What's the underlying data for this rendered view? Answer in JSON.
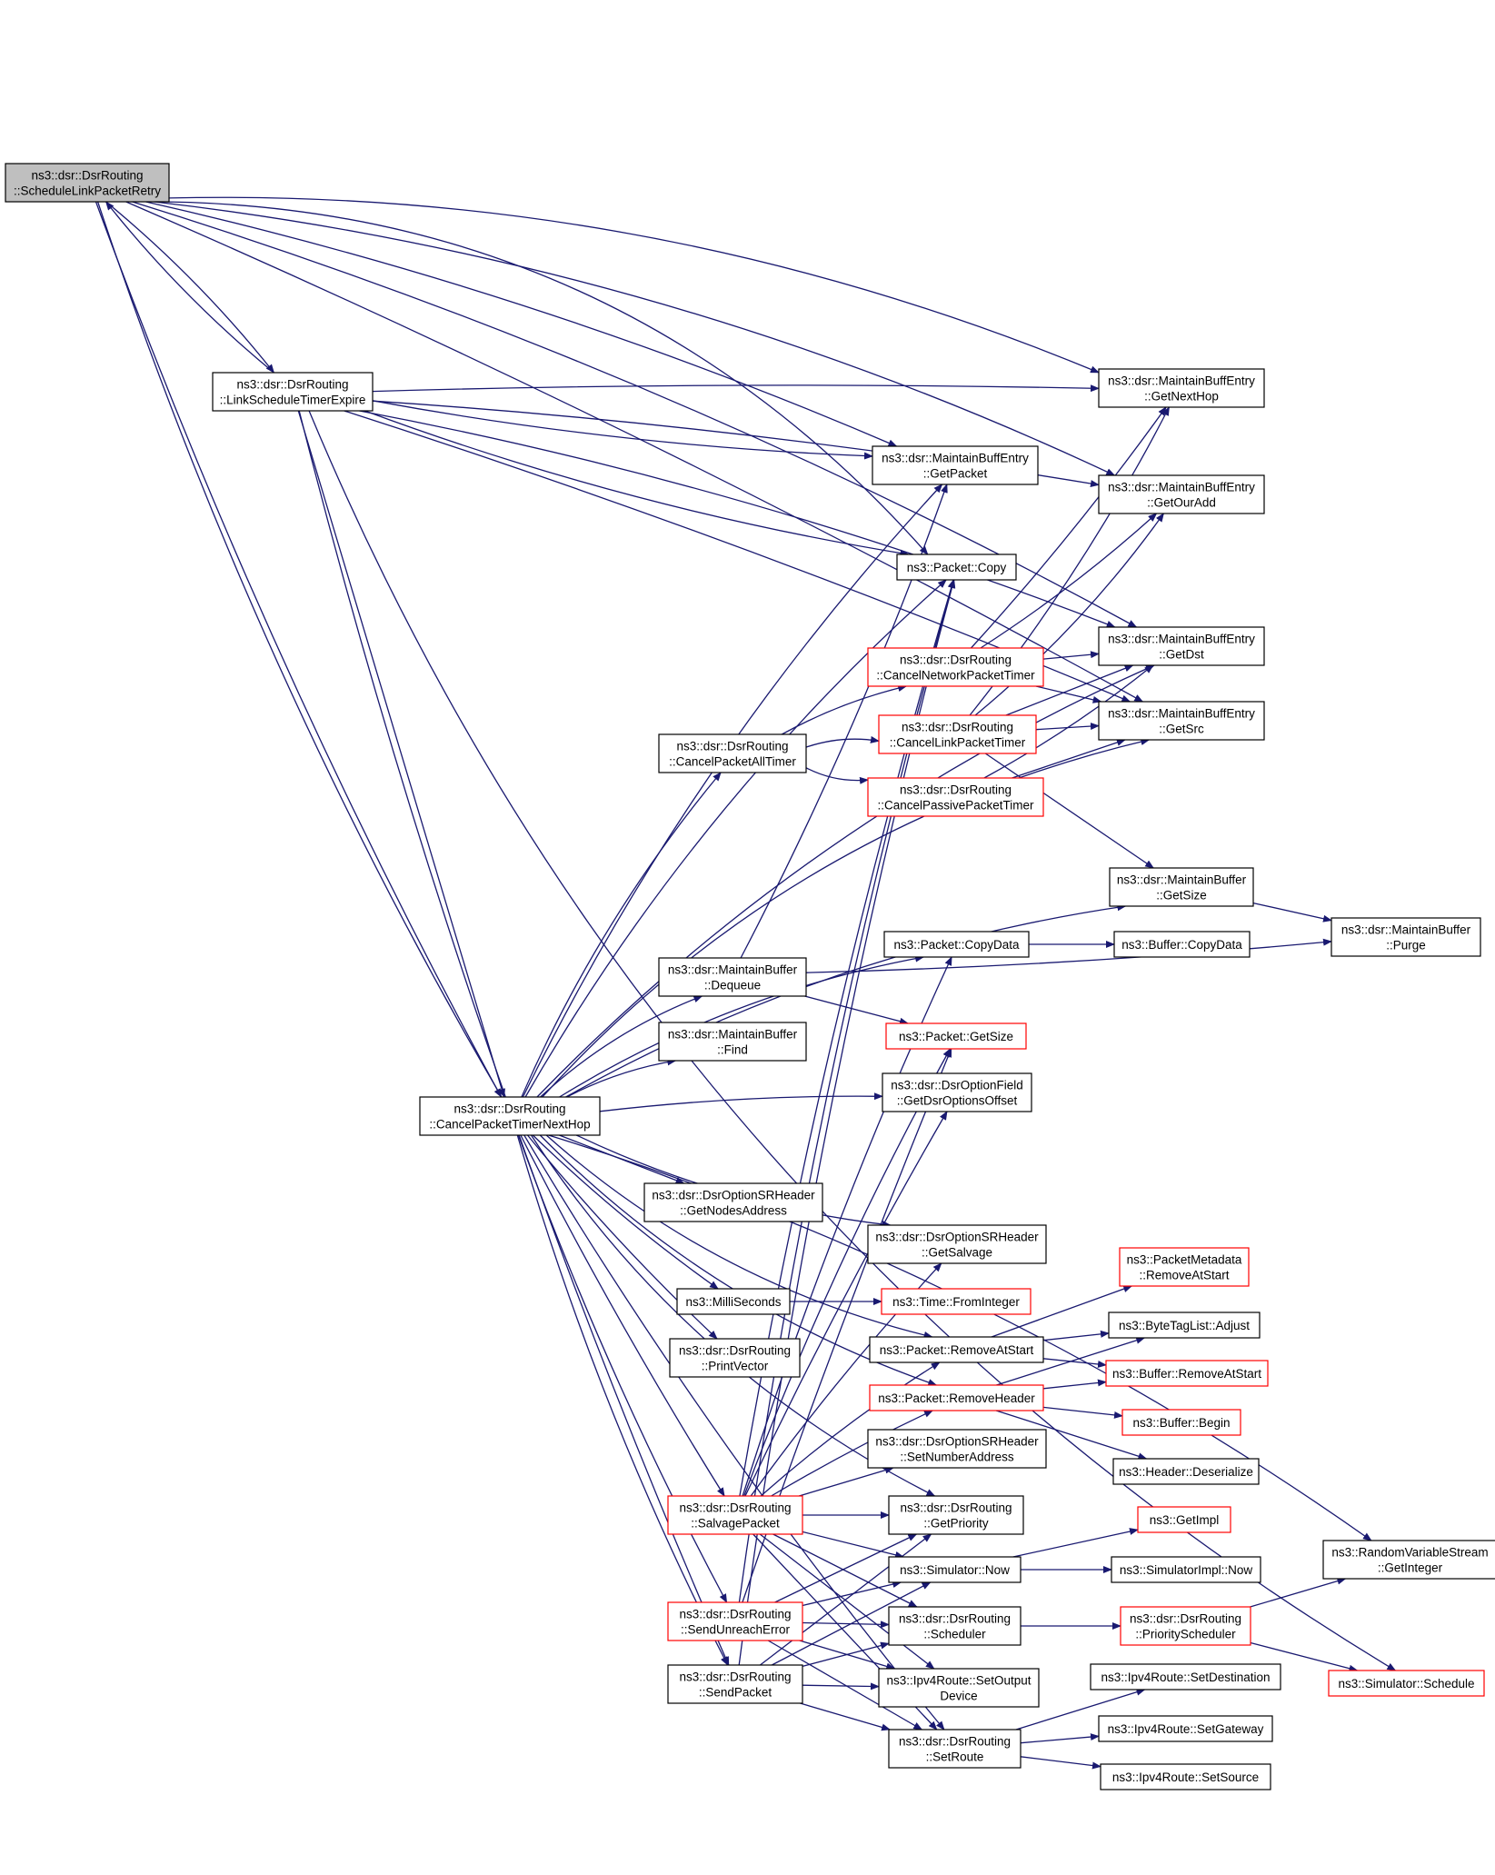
{
  "colors": {
    "edge": "#191970",
    "node_border": "#000000",
    "node_border_truncated": "#ff0000",
    "root_fill": "#bfbfbf",
    "node_fill": "#ffffff"
  },
  "nodes": [
    {
      "id": "schedule-link-packet-retry",
      "root": true,
      "lines": [
        "ns3::dsr::DsrRouting",
        "::ScheduleLinkPacketRetry"
      ]
    },
    {
      "id": "link-schedule-timer-expire",
      "lines": [
        "ns3::dsr::DsrRouting",
        "::LinkScheduleTimerExpire"
      ]
    },
    {
      "id": "cancel-packet-timer-next-hop",
      "lines": [
        "ns3::dsr::DsrRouting",
        "::CancelPacketTimerNextHop"
      ]
    },
    {
      "id": "maintain-buff-entry-get-next-hop",
      "lines": [
        "ns3::dsr::MaintainBuffEntry",
        "::GetNextHop"
      ]
    },
    {
      "id": "maintain-buff-entry-get-packet",
      "lines": [
        "ns3::dsr::MaintainBuffEntry",
        "::GetPacket"
      ]
    },
    {
      "id": "maintain-buff-entry-get-our-add",
      "lines": [
        "ns3::dsr::MaintainBuffEntry",
        "::GetOurAdd"
      ]
    },
    {
      "id": "packet-copy",
      "lines": [
        "ns3::Packet::Copy"
      ]
    },
    {
      "id": "maintain-buff-entry-get-dst",
      "lines": [
        "ns3::dsr::MaintainBuffEntry",
        "::GetDst"
      ]
    },
    {
      "id": "cancel-network-packet-timer",
      "red": true,
      "lines": [
        "ns3::dsr::DsrRouting",
        "::CancelNetworkPacketTimer"
      ]
    },
    {
      "id": "cancel-link-packet-timer",
      "red": true,
      "lines": [
        "ns3::dsr::DsrRouting",
        "::CancelLinkPacketTimer"
      ]
    },
    {
      "id": "maintain-buff-entry-get-src",
      "lines": [
        "ns3::dsr::MaintainBuffEntry",
        "::GetSrc"
      ]
    },
    {
      "id": "cancel-packet-all-timer",
      "lines": [
        "ns3::dsr::DsrRouting",
        "::CancelPacketAllTimer"
      ]
    },
    {
      "id": "cancel-passive-packet-timer",
      "red": true,
      "lines": [
        "ns3::dsr::DsrRouting",
        "::CancelPassivePacketTimer"
      ]
    },
    {
      "id": "maintain-buffer-get-size",
      "lines": [
        "ns3::dsr::MaintainBuffer",
        "::GetSize"
      ]
    },
    {
      "id": "maintain-buffer-purge",
      "lines": [
        "ns3::dsr::MaintainBuffer",
        "::Purge"
      ]
    },
    {
      "id": "packet-copy-data",
      "lines": [
        "ns3::Packet::CopyData"
      ]
    },
    {
      "id": "buffer-copy-data",
      "lines": [
        "ns3::Buffer::CopyData"
      ]
    },
    {
      "id": "maintain-buffer-dequeue",
      "lines": [
        "ns3::dsr::MaintainBuffer",
        "::Dequeue"
      ]
    },
    {
      "id": "packet-get-size",
      "red": true,
      "lines": [
        "ns3::Packet::GetSize"
      ]
    },
    {
      "id": "maintain-buffer-find",
      "lines": [
        "ns3::dsr::MaintainBuffer",
        "::Find"
      ]
    },
    {
      "id": "dsr-option-field-get-dsr-options-offset",
      "lines": [
        "ns3::dsr::DsrOptionField",
        "::GetDsrOptionsOffset"
      ]
    },
    {
      "id": "dsr-option-sr-header-get-nodes-address",
      "lines": [
        "ns3::dsr::DsrOptionSRHeader",
        "::GetNodesAddress"
      ]
    },
    {
      "id": "dsr-option-sr-header-get-salvage",
      "lines": [
        "ns3::dsr::DsrOptionSRHeader",
        "::GetSalvage"
      ]
    },
    {
      "id": "packet-metadata-remove-at-start",
      "red": true,
      "lines": [
        "ns3::PacketMetadata",
        "::RemoveAtStart"
      ]
    },
    {
      "id": "milli-seconds",
      "lines": [
        "ns3::MilliSeconds"
      ]
    },
    {
      "id": "time-from-integer",
      "red": true,
      "lines": [
        "ns3::Time::FromInteger"
      ]
    },
    {
      "id": "packet-remove-at-start",
      "lines": [
        "ns3::Packet::RemoveAtStart"
      ]
    },
    {
      "id": "byte-tag-list-adjust",
      "lines": [
        "ns3::ByteTagList::Adjust"
      ]
    },
    {
      "id": "print-vector",
      "lines": [
        "ns3::dsr::DsrRouting",
        "::PrintVector"
      ]
    },
    {
      "id": "buffer-remove-at-start",
      "red": true,
      "lines": [
        "ns3::Buffer::RemoveAtStart"
      ]
    },
    {
      "id": "packet-remove-header",
      "red": true,
      "lines": [
        "ns3::Packet::RemoveHeader"
      ]
    },
    {
      "id": "buffer-begin",
      "red": true,
      "lines": [
        "ns3::Buffer::Begin"
      ]
    },
    {
      "id": "dsr-option-sr-header-set-number-address",
      "lines": [
        "ns3::dsr::DsrOptionSRHeader",
        "::SetNumberAddress"
      ]
    },
    {
      "id": "header-deserialize",
      "lines": [
        "ns3::Header::Deserialize"
      ]
    },
    {
      "id": "salvage-packet",
      "red": true,
      "lines": [
        "ns3::dsr::DsrRouting",
        "::SalvagePacket"
      ]
    },
    {
      "id": "get-priority",
      "lines": [
        "ns3::dsr::DsrRouting",
        "::GetPriority"
      ]
    },
    {
      "id": "get-impl",
      "red": true,
      "lines": [
        "ns3::GetImpl"
      ]
    },
    {
      "id": "random-variable-stream-get-integer",
      "lines": [
        "ns3::RandomVariableStream",
        "::GetInteger"
      ]
    },
    {
      "id": "simulator-now",
      "lines": [
        "ns3::Simulator::Now"
      ]
    },
    {
      "id": "simulator-impl-now",
      "lines": [
        "ns3::SimulatorImpl::Now"
      ]
    },
    {
      "id": "send-unreach-error",
      "red": true,
      "lines": [
        "ns3::dsr::DsrRouting",
        "::SendUnreachError"
      ]
    },
    {
      "id": "scheduler",
      "lines": [
        "ns3::dsr::DsrRouting",
        "::Scheduler"
      ]
    },
    {
      "id": "priority-scheduler",
      "red": true,
      "lines": [
        "ns3::dsr::DsrRouting",
        "::PriorityScheduler"
      ]
    },
    {
      "id": "send-packet",
      "lines": [
        "ns3::dsr::DsrRouting",
        "::SendPacket"
      ]
    },
    {
      "id": "ipv4-route-set-output-device",
      "lines": [
        "ns3::Ipv4Route::SetOutput",
        "Device"
      ]
    },
    {
      "id": "ipv4-route-set-destination",
      "lines": [
        "ns3::Ipv4Route::SetDestination"
      ]
    },
    {
      "id": "simulator-schedule",
      "red": true,
      "lines": [
        "ns3::Simulator::Schedule"
      ]
    },
    {
      "id": "set-route",
      "lines": [
        "ns3::dsr::DsrRouting",
        "::SetRoute"
      ]
    },
    {
      "id": "ipv4-route-set-gateway",
      "lines": [
        "ns3::Ipv4Route::SetGateway"
      ]
    },
    {
      "id": "ipv4-route-set-source",
      "lines": [
        "ns3::Ipv4Route::SetSource"
      ]
    }
  ]
}
